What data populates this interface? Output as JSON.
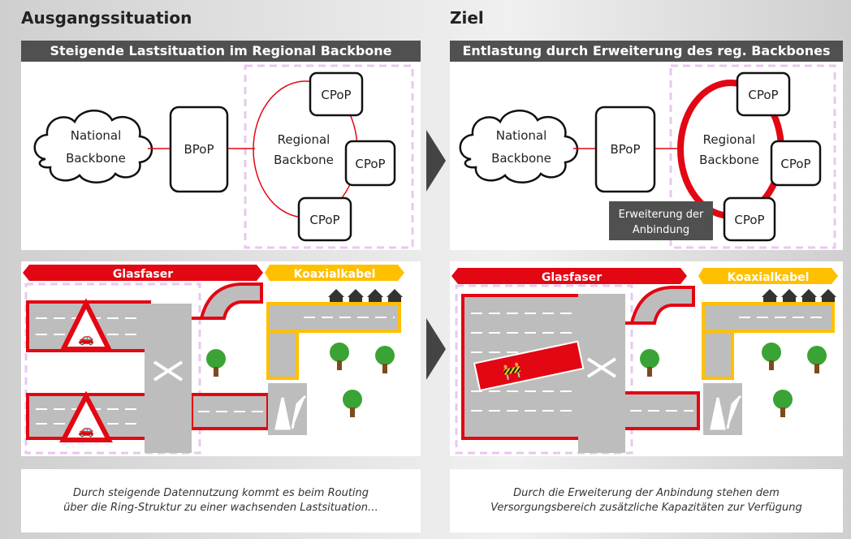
{
  "left": {
    "title": "Ausgangssituation",
    "header": "Steigende Lastsituation im Regional Backbone",
    "nodes": {
      "national_1": "National",
      "national_2": "Backbone",
      "bpop": "BPoP",
      "regional_1": "Regional",
      "regional_2": "Backbone",
      "cpop": "CPoP"
    },
    "glass_label": "Glasfaser",
    "coax_label": "Koaxialkabel",
    "caption_1": "Durch steigende Datennutzung  kommt es beim Routing",
    "caption_2": "über die Ring-Struktur zu einer wachsenden Lastsituation…"
  },
  "right": {
    "title": "Ziel",
    "header": "Entlastung durch Erweiterung des reg. Backbones",
    "nodes": {
      "national_1": "National",
      "national_2": "Backbone",
      "bpop": "BPoP",
      "regional_1": "Regional",
      "regional_2": "Backbone",
      "cpop": "CPoP"
    },
    "callout_1": "Erweiterung der",
    "callout_2": "Anbindung",
    "glass_label": "Glasfaser",
    "coax_label": "Koaxialkabel",
    "caption_1": "Durch die Erweiterung der Anbindung stehen dem",
    "caption_2": "Versorgungsbereich zusätzliche Kapazitäten zur Verfügung"
  },
  "colors": {
    "red": "#e30613",
    "yellow": "#ffc000",
    "dark": "#505050",
    "dashed_pink": "#e8c8ee",
    "road": "#bdbdbd"
  }
}
